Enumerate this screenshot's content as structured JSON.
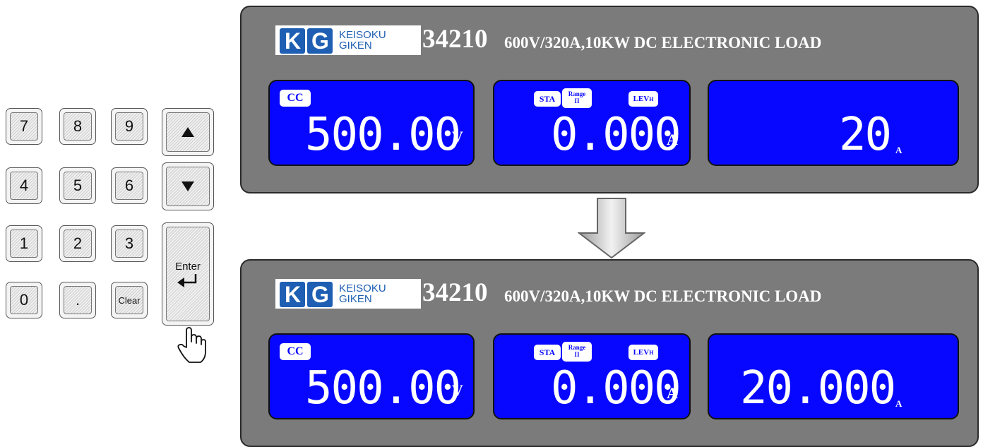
{
  "keypad": {
    "keys": [
      "7",
      "8",
      "9",
      "4",
      "5",
      "6",
      "1",
      "2",
      "3",
      "0",
      ".",
      "Clear"
    ],
    "enter_label": "Enter",
    "up_icon": "up-arrow-icon",
    "down_icon": "down-arrow-icon",
    "enter_icon": "return-arrow-icon",
    "cursor_icon": "hand-pointer-icon"
  },
  "panels": [
    {
      "logo_brand_line1": "KEISOKU",
      "logo_brand_line2": "GIKEN",
      "model": "34210",
      "description": "600V/320A,10KW DC ELECTRONIC LOAD",
      "lcd1": {
        "mode": "CC",
        "value": "500.00",
        "unit": "V"
      },
      "lcd2": {
        "sta": "STA",
        "range": "Range",
        "range_level": "II",
        "lev": "LEV",
        "lev_level": "H",
        "value": "0.000",
        "unit": "A"
      },
      "lcd3": {
        "value": "20",
        "unit": "A"
      }
    },
    {
      "logo_brand_line1": "KEISOKU",
      "logo_brand_line2": "GIKEN",
      "model": "34210",
      "description": "600V/320A,10KW DC ELECTRONIC LOAD",
      "lcd1": {
        "mode": "CC",
        "value": "500.00",
        "unit": "V"
      },
      "lcd2": {
        "sta": "STA",
        "range": "Range",
        "range_level": "II",
        "lev": "LEV",
        "lev_level": "H",
        "value": "0.000",
        "unit": "A"
      },
      "lcd3": {
        "value": "20.000",
        "unit": "A"
      }
    }
  ],
  "colors": {
    "panel": "#7b7b7b",
    "lcd": "#0707ff",
    "brand": "#1e5fb3"
  },
  "transition_icon": "down-arrow-icon"
}
